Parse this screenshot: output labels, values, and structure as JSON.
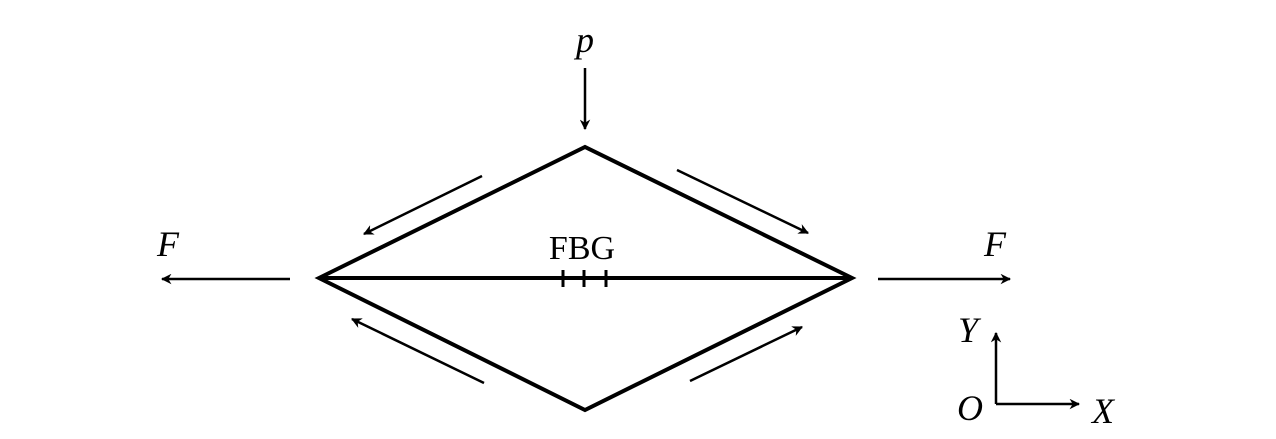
{
  "labels": {
    "pressure": "p",
    "force_left": "F",
    "force_right": "F",
    "sensor": "FBG",
    "axis_y": "Y",
    "axis_origin": "O",
    "axis_x": "X"
  }
}
